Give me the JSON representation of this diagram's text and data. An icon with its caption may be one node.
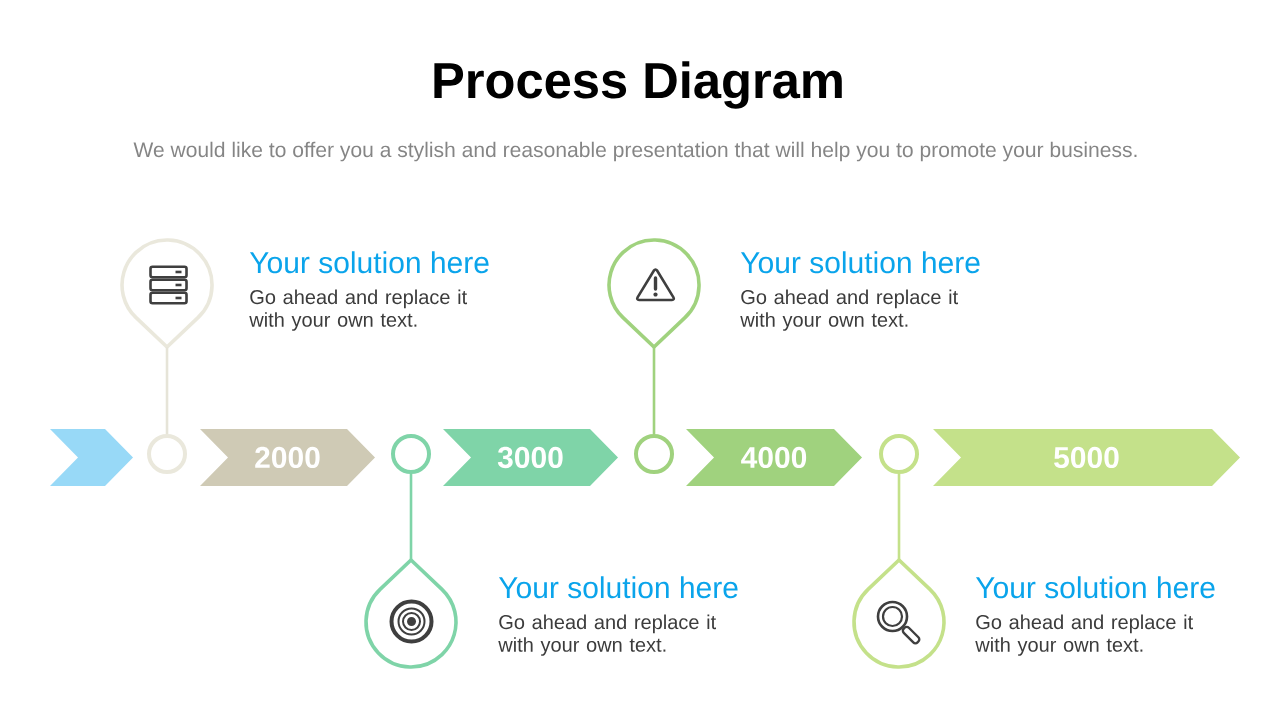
{
  "diagram": {
    "title": "Process Diagram",
    "nodes": [
      {
        "text": [],
        "shape": "chevron"
      },
      {
        "text": [],
        "shape": "circle"
      },
      {
        "text": [],
        "shape": "pin",
        "beside": [
          "Your solution here",
          "Go ahead and replace it with your own text."
        ]
      },
      {
        "text": [
          "2000"
        ]
      },
      {
        "text": [],
        "shape": "circle"
      },
      {
        "text": [],
        "shape": "pin",
        "beside": [
          "Your solution here",
          "Go ahead and replace it with your own text."
        ]
      },
      {
        "text": [
          "3000"
        ]
      },
      {
        "text": [],
        "shape": "circle"
      },
      {
        "text": [],
        "shape": "pin",
        "beside": [
          "Your solution here",
          "Go ahead and replace it with your own text."
        ]
      },
      {
        "text": [
          "4000"
        ]
      },
      {
        "text": [],
        "shape": "circle"
      },
      {
        "text": [],
        "shape": "pin",
        "beside": [
          "Your solution here",
          "Go ahead and replace it with your own text."
        ]
      },
      {
        "text": [
          "5000"
        ]
      }
    ],
    "edges": [
      {
        "from": 1,
        "to": 2,
        "arrow": "none",
        "color": "#e6e4d8"
      },
      {
        "from": 4,
        "to": 5,
        "arrow": "none",
        "color": "#7fd4a8"
      },
      {
        "from": 7,
        "to": 8,
        "arrow": "none",
        "color": "#a0d27e"
      },
      {
        "from": 10,
        "to": 11,
        "arrow": "none",
        "color": "#c4e18a"
      }
    ],
    "labels": [
      "We would like to offer you a stylish and reasonable presentation that will help you to promote your business."
    ]
  }
}
